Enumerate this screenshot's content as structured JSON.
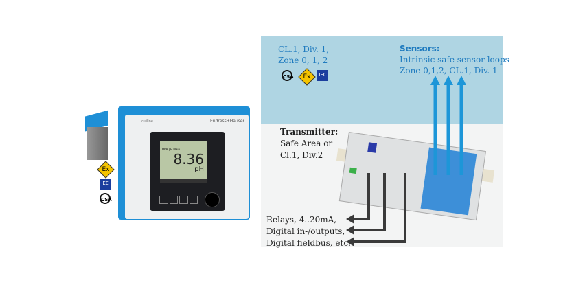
{
  "hazard_zone": {
    "classification_lines": [
      "CL.1, Div. 1,",
      "Zone 0, 1, 2"
    ],
    "logos": [
      "CSA",
      "Ex",
      "IEC"
    ]
  },
  "sensors": {
    "title": "Sensors:",
    "lines": [
      "Intrinsic safe sensor loops",
      "Zone 0,1,2, CL.1, Div. 1"
    ]
  },
  "transmitter": {
    "title": "Transmitter:",
    "lines": [
      "Safe Area or",
      "Cl.1, Div.2"
    ]
  },
  "outputs": [
    "Relays, 4..20mA,",
    "Digital in-/outputs,",
    "Digital fieldbus, etc."
  ],
  "device": {
    "brand": "Endress+Hauser",
    "model": "Liquiline",
    "reading": "8.36",
    "unit": "pH",
    "display_label": "ORP pH Main"
  },
  "colors": {
    "hazard_bg": "#afd5e3",
    "safe_bg": "#f3f4f4",
    "sensor_arrow": "#1d96d8",
    "output_arrow": "#3a3a3a",
    "device_blue": "#1e8fd6"
  }
}
